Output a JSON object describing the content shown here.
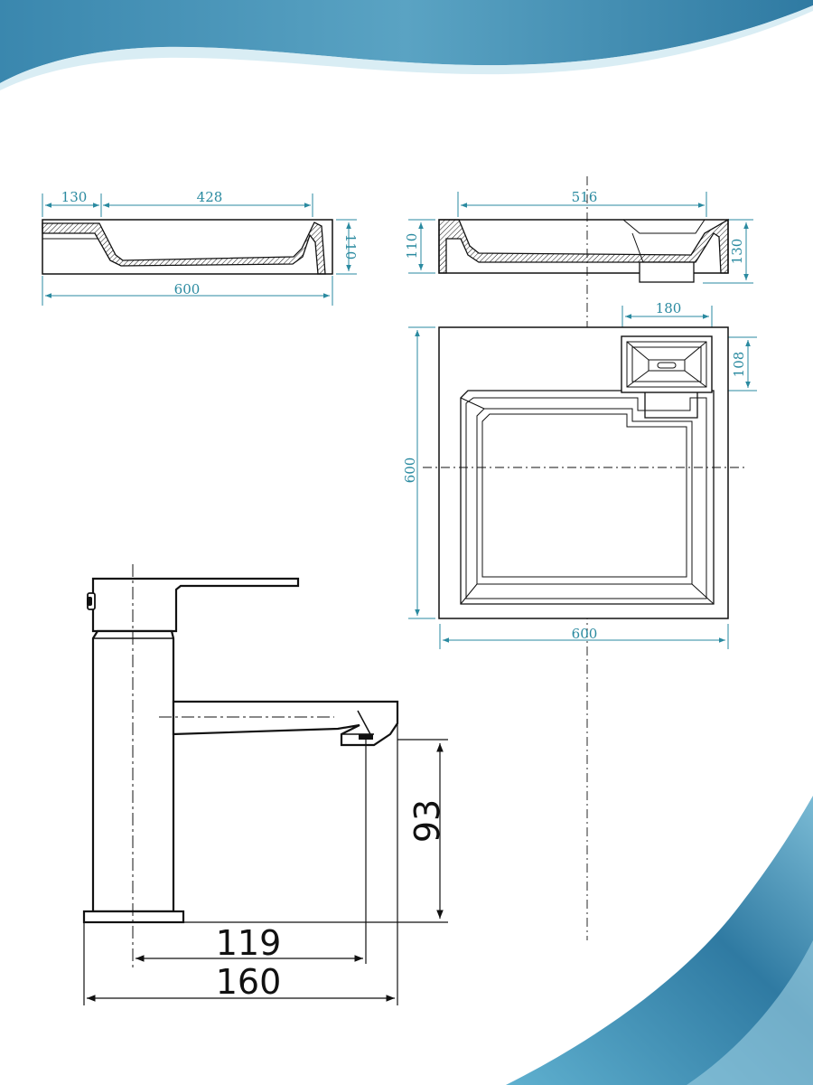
{
  "colors": {
    "wave_dark": "#2f7fa6",
    "wave_light": "#a9d6e6",
    "dimension_teal": "#2a8aa0",
    "line": "#111111"
  },
  "basin_side": {
    "dim_top_left": "130",
    "dim_top_main": "428",
    "dim_height": "110",
    "dim_width": "600"
  },
  "basin_front": {
    "dim_top": "516",
    "dim_height_left": "110",
    "dim_height_right": "130"
  },
  "basin_plan": {
    "dim_drain_width": "180",
    "dim_drain_depth": "108",
    "dim_depth": "600",
    "dim_width": "600"
  },
  "faucet": {
    "dim_spout_height": "93",
    "dim_spout_reach": "119",
    "dim_total_length": "160"
  }
}
